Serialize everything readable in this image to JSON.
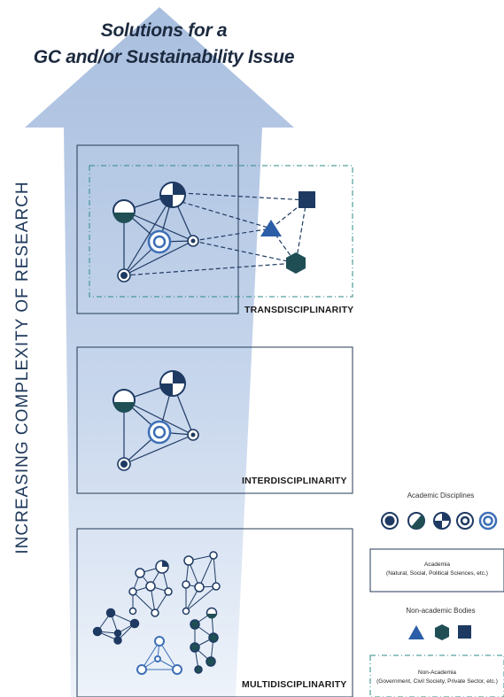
{
  "title": {
    "line1": "Solutions for a",
    "line2": "GC and/or Sustainability Issue"
  },
  "axis_label": "INCREASING COMPLEXITY OF RESEARCH",
  "levels": {
    "trans": "TRANSDISCIPLINARITY",
    "inter": "INTERDISCIPLINARITY",
    "multi": "MULTIDISCIPLINARITY"
  },
  "legend": {
    "academic_title": "Academic Disciplines",
    "academia_label": "Academia",
    "academia_sub": "(Natural, Social, Political Sciences, etc.)",
    "nonacademic_title": "Non-academic Bodies",
    "nonacademia_label": "Non-Academia",
    "nonacademia_sub": "(Government, Civil Society, Private Sector, etc.)"
  },
  "colors": {
    "arrow_light": "#dfe8f5",
    "arrow_dark": "#a9bfdf",
    "navy": "#1e3a63",
    "teal": "#1f4f55",
    "frame": "#243a58",
    "dash_frame": "#2b8a8a"
  }
}
